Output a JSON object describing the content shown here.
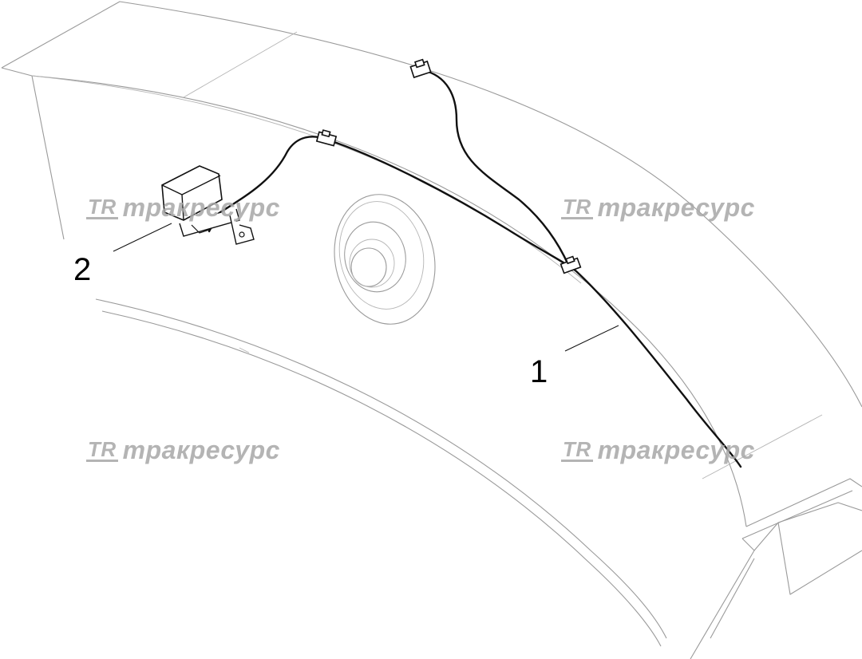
{
  "labels": {
    "part_1": "1",
    "part_2": "2"
  },
  "watermark": {
    "logo": "TR",
    "text": "тракресурс"
  },
  "colors": {
    "outline": "#9a9a9a",
    "wire": "#111111",
    "watermark": "#a8a8a8"
  }
}
